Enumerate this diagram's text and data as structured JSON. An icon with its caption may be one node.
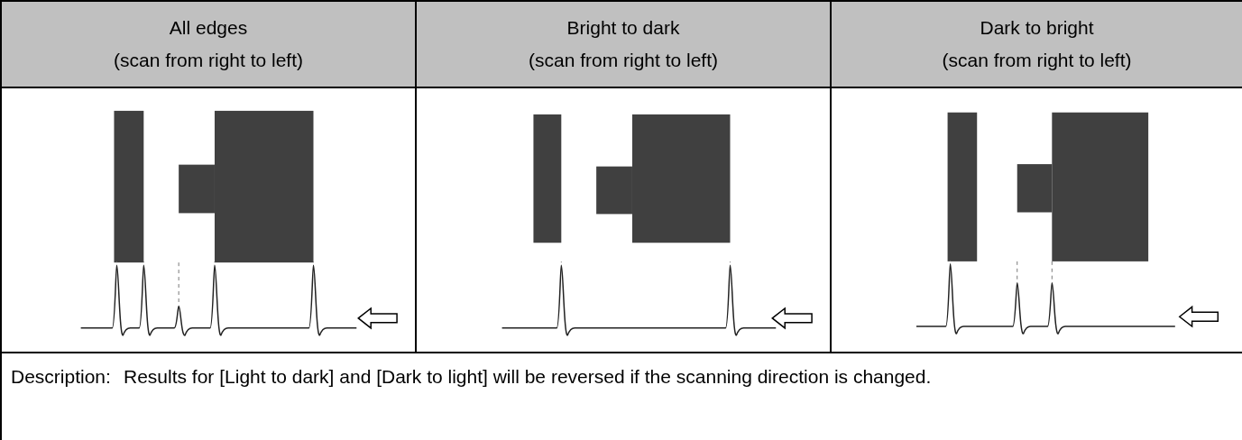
{
  "diagram": {
    "labels": [
      "All edges",
      "(scan from right to left)",
      "Bright to dark",
      "(scan from right to left)",
      "Dark to bright",
      "(scan from right to left)",
      "Description:",
      "Results for [Light to dark] and [Dark to light] will be reversed if the scanning direction is changed."
    ]
  }
}
